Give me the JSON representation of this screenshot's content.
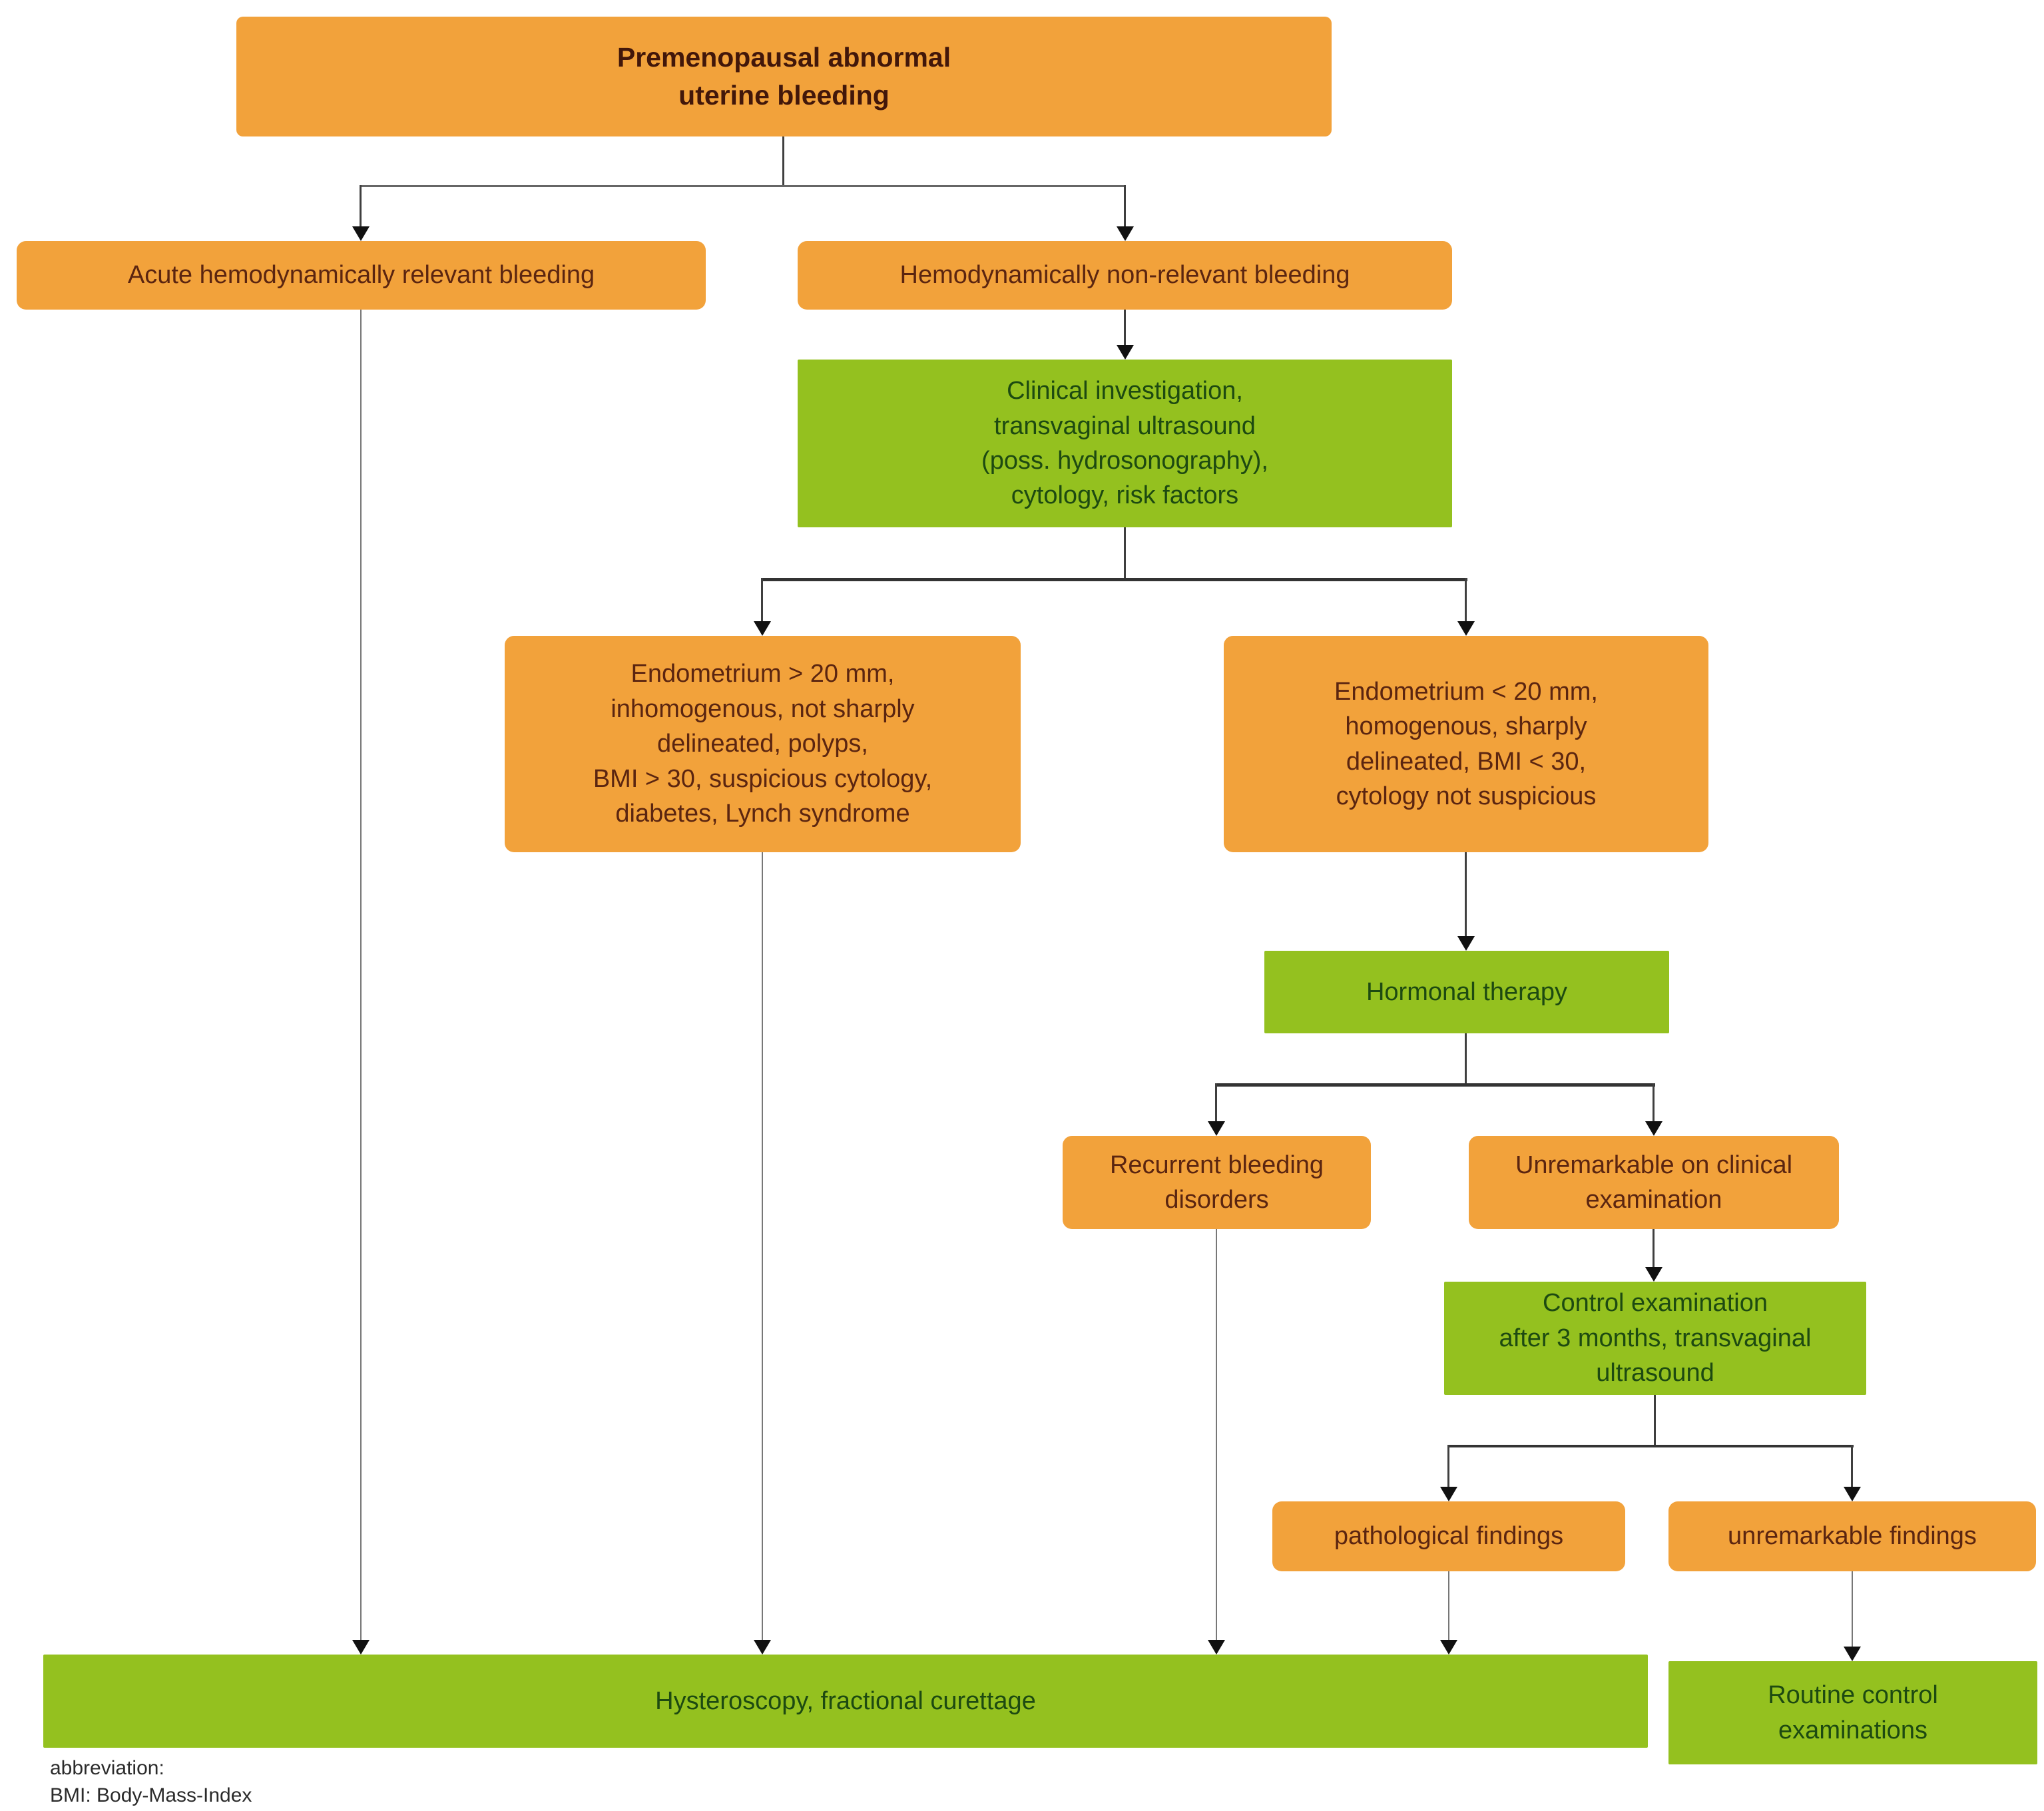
{
  "diagram": {
    "type": "flowchart",
    "topic": "Management of premenopausal abnormal uterine bleeding",
    "colors": {
      "box_orange": "#F2A23B",
      "box_green": "#94C11F",
      "text_on_orange": "#5B2510",
      "text_on_green": "#1D4A11",
      "connector": "#3F3F3F"
    }
  },
  "nodes": {
    "premenopausal": {
      "label": "Premenopausal abnormal\nuterine bleeding"
    },
    "acute_bleeding": {
      "label": "Acute hemodynamically relevant bleeding"
    },
    "non_relevant_bleeding": {
      "label": "Hemodynamically non-relevant bleeding"
    },
    "clinical_investigation": {
      "label": "Clinical investigation,\ntransvaginal ultrasound\n(poss. hydrosonography),\ncytology, risk factors"
    },
    "endometrium_gt20": {
      "label": "Endometrium > 20 mm,\ninhomogenous, not sharply\ndelineated, polyps,\nBMI > 30, suspicious cytology,\ndiabetes, Lynch syndrome"
    },
    "endometrium_lt20": {
      "label": "Endometrium < 20 mm,\nhomogenous, sharply\ndelineated, BMI < 30,\ncytology not suspicious"
    },
    "hormonal_therapy": {
      "label": "Hormonal therapy"
    },
    "recurrent_bleeding": {
      "label": "Recurrent bleeding\ndisorders"
    },
    "unremarkable_clinical": {
      "label": "Unremarkable on clinical\nexamination"
    },
    "control_examination": {
      "label": "Control examination\nafter 3 months, transvaginal\nultrasound"
    },
    "pathological_findings": {
      "label": "pathological findings"
    },
    "unremarkable_findings": {
      "label": "unremarkable findings"
    },
    "hysteroscopy": {
      "label": "Hysteroscopy, fractional curettage"
    },
    "routine_control": {
      "label": "Routine control\nexaminations"
    }
  },
  "footnote": {
    "line1": "abbreviation:",
    "line2": "BMI: Body-Mass-Index"
  }
}
